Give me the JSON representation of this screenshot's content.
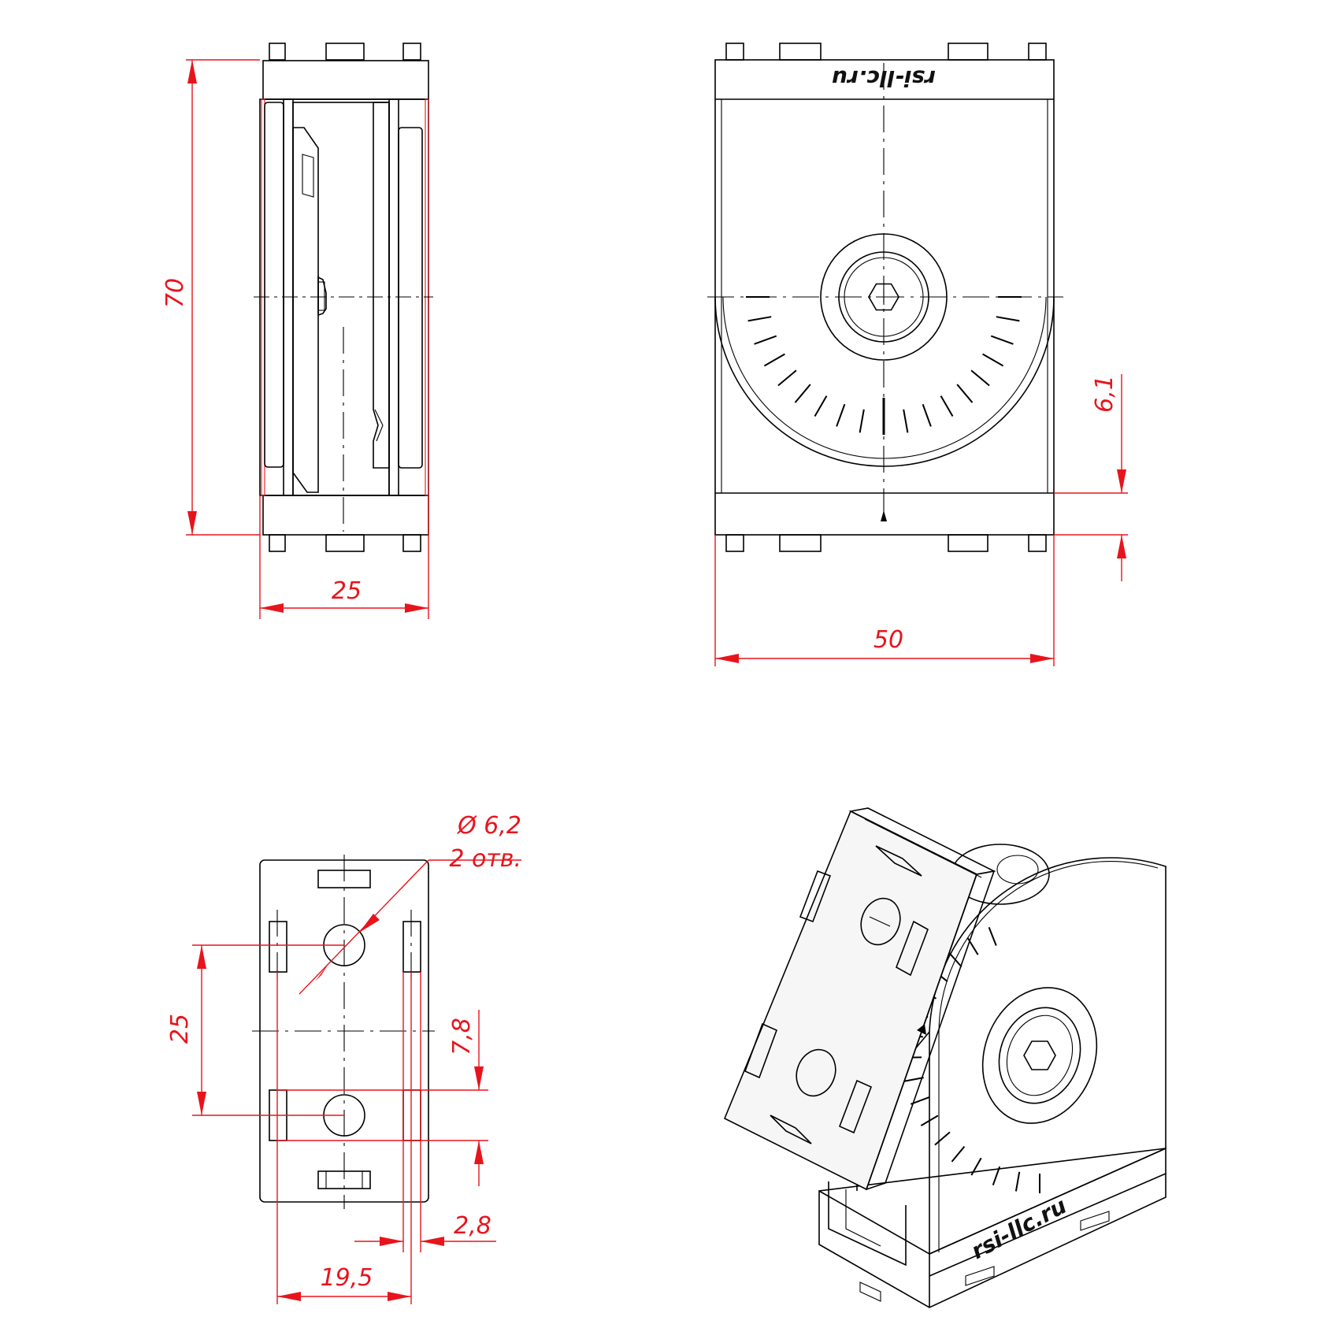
{
  "dimensions": {
    "height_70": "70",
    "width_25": "25",
    "width_50": "50",
    "offset_6_1": "6,1",
    "hole_diameter": "Ø 6,2",
    "hole_count": "2 отв.",
    "spacing_25": "25",
    "offset_7_8": "7,8",
    "offset_2_8": "2,8",
    "offset_19_5": "19,5"
  },
  "branding": {
    "logo_text": "rsi-llc.ru"
  },
  "colors": {
    "dimension": "#e8141c",
    "outline": "#000000",
    "background": "#ffffff"
  }
}
